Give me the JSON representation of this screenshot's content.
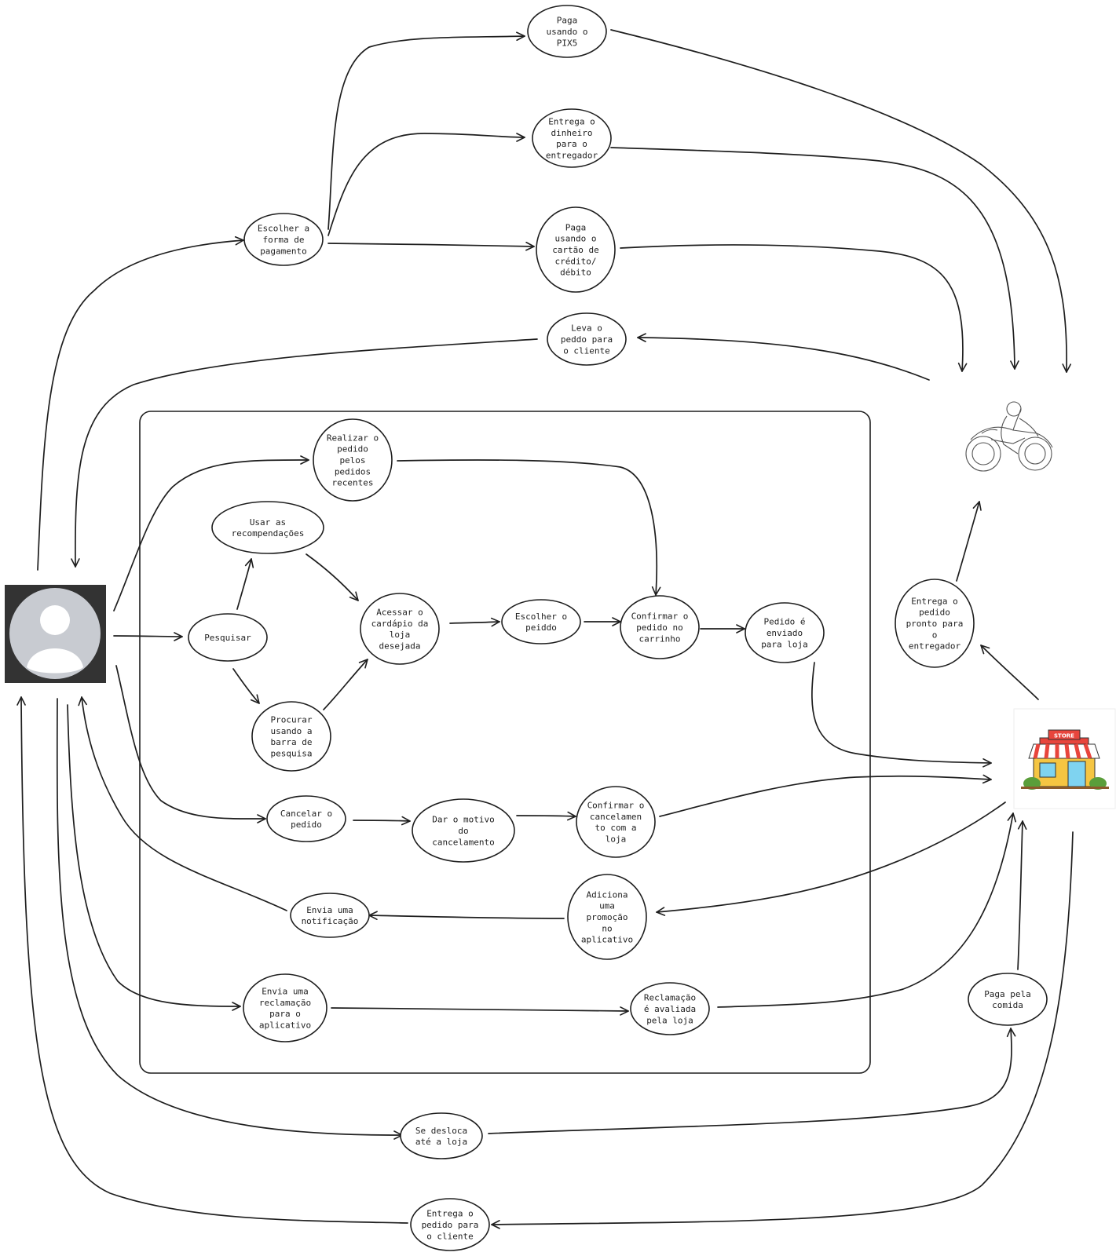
{
  "nodes": [
    {
      "id": "pix",
      "lines": [
        "Paga",
        "usando o",
        "PIX5"
      ]
    },
    {
      "id": "dinheiro",
      "lines": [
        "Entrega o",
        "dinheiro",
        "para o",
        "entregador"
      ]
    },
    {
      "id": "cartao",
      "lines": [
        "Paga",
        "usando o",
        "cartão de",
        "crédito/",
        "débito"
      ]
    },
    {
      "id": "forma",
      "lines": [
        "Escolher a",
        "forma de",
        "pagamento"
      ]
    },
    {
      "id": "leva",
      "lines": [
        "Leva o",
        "peddo para",
        "o cliente"
      ]
    },
    {
      "id": "recentes",
      "lines": [
        "Realizar o",
        "pedido",
        "pelos",
        "pedidos",
        "recentes"
      ]
    },
    {
      "id": "recomend",
      "lines": [
        "Usar as",
        "recompendações"
      ]
    },
    {
      "id": "pesquisar",
      "lines": [
        "Pesquisar"
      ]
    },
    {
      "id": "acessar",
      "lines": [
        "Acessar o",
        "cardápio da",
        "loja",
        "desejada"
      ]
    },
    {
      "id": "escolher",
      "lines": [
        "Escolher o",
        "peiddo"
      ]
    },
    {
      "id": "confirmar",
      "lines": [
        "Confirmar o",
        "pedido no",
        "carrinho"
      ]
    },
    {
      "id": "enviado",
      "lines": [
        "Pedido é",
        "enviado",
        "para loja"
      ]
    },
    {
      "id": "procurar",
      "lines": [
        "Procurar",
        "usando a",
        "barra de",
        "pesquisa"
      ]
    },
    {
      "id": "cancelar",
      "lines": [
        "Cancelar o",
        "pedido"
      ]
    },
    {
      "id": "motivo",
      "lines": [
        "Dar o motivo",
        "do",
        "cancelamento"
      ]
    },
    {
      "id": "confcancel",
      "lines": [
        "Confirmar o",
        "cancelamen",
        "to com a",
        "loja"
      ]
    },
    {
      "id": "notif",
      "lines": [
        "Envia uma",
        "notificação"
      ]
    },
    {
      "id": "promo",
      "lines": [
        "Adiciona",
        "uma",
        "promoção",
        "no",
        "aplicativo"
      ]
    },
    {
      "id": "reclam",
      "lines": [
        "Envia uma",
        "reclamação",
        "para o",
        "aplicativo"
      ]
    },
    {
      "id": "avaliada",
      "lines": [
        "Reclamação",
        "é avaliada",
        "pela loja"
      ]
    },
    {
      "id": "pronto",
      "lines": [
        "Entrega o",
        "pedido",
        "pronto para",
        "o",
        "entregador"
      ]
    },
    {
      "id": "pagacomida",
      "lines": [
        "Paga pela",
        "comida"
      ]
    },
    {
      "id": "desloca",
      "lines": [
        "Se desloca",
        "até a loja"
      ]
    },
    {
      "id": "entrega",
      "lines": [
        "Entrega o",
        "pedido para",
        "o cliente"
      ]
    }
  ],
  "store_sign": "STORE",
  "icons": [
    "user-avatar-icon",
    "motorcycle-rider-icon",
    "store-icon"
  ],
  "colors": {
    "stroke": "#1e1e1e",
    "avatar_bg": "#333333",
    "avatar_circle": "#c8cbd1",
    "awning_red": "#e8453c",
    "store_yellow": "#f5c542",
    "plant_green": "#5a9e3a"
  }
}
